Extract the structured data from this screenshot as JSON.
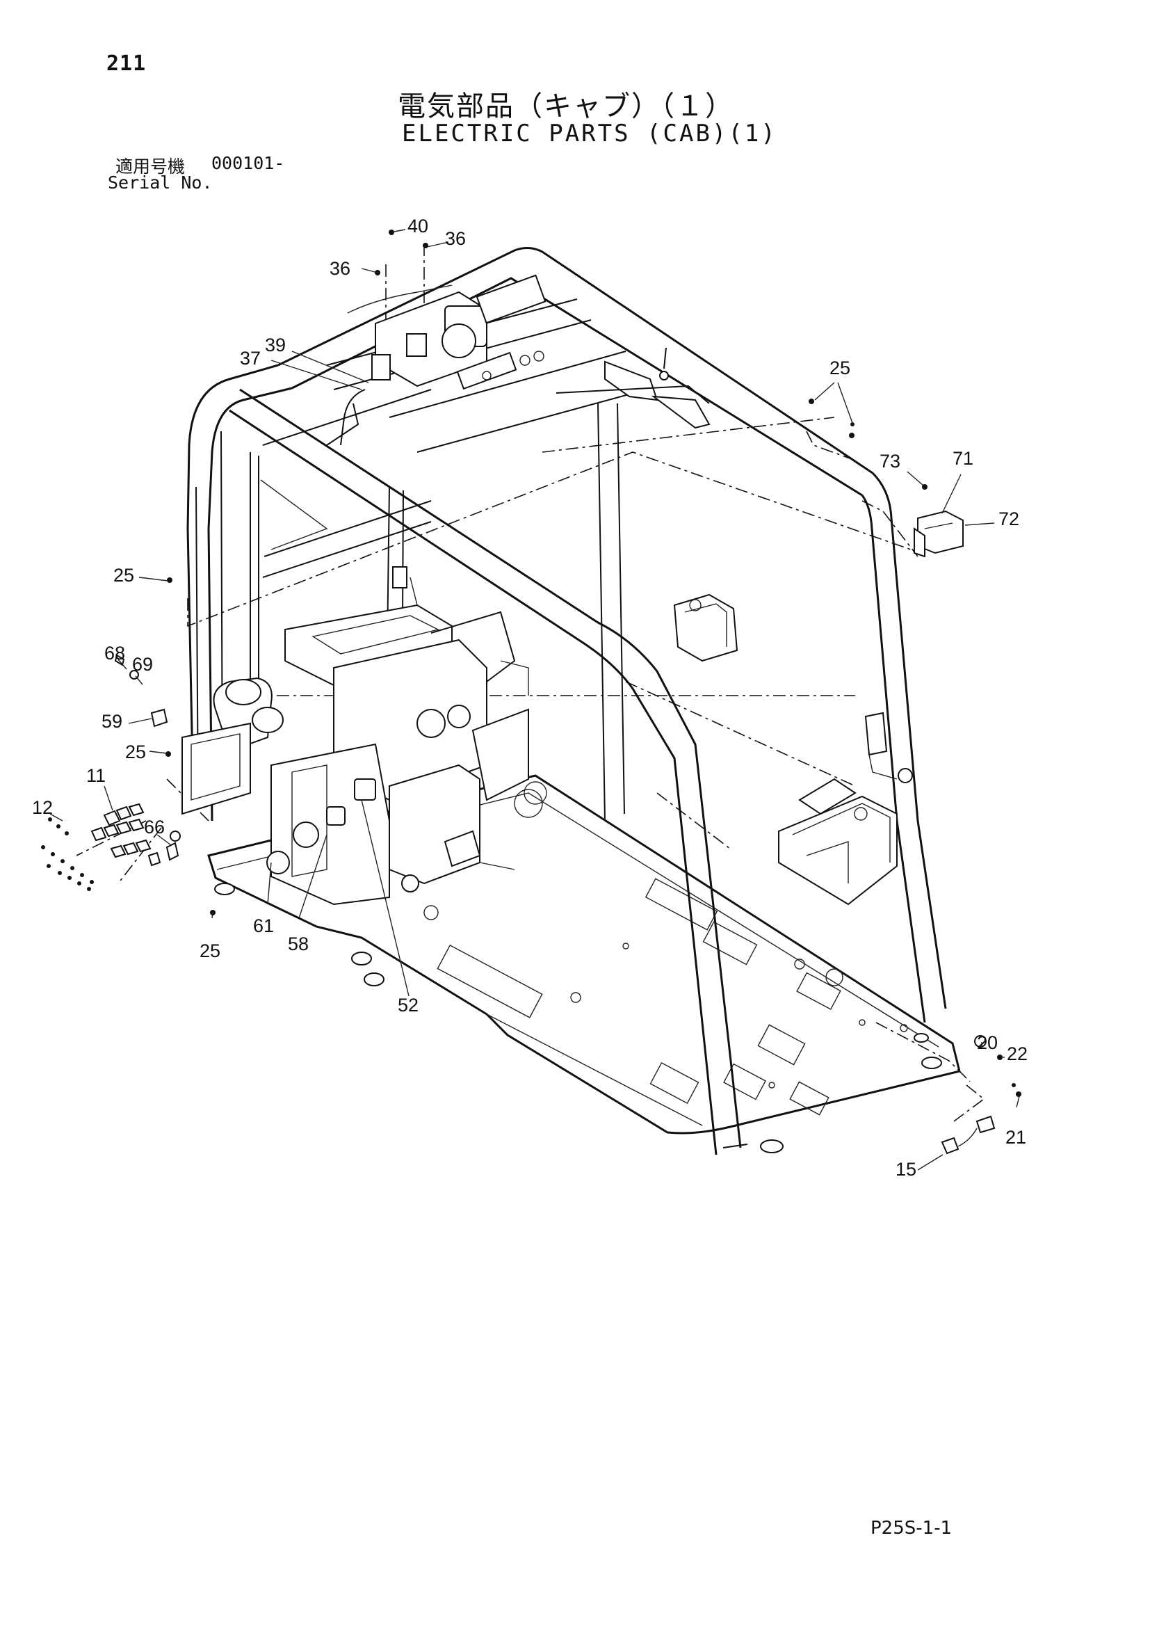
{
  "header": {
    "page_number": "211",
    "title_jp": "電気部品（キャブ）（１）",
    "title_en": "ELECTRIC PARTS (CAB)(1)",
    "serial_label_jp": "適用号機",
    "serial_value": "000101-",
    "serial_label_en": "Serial No."
  },
  "footer": {
    "page_code": "P25S-1-1"
  },
  "callouts": [
    {
      "id": "c40",
      "label": "40"
    },
    {
      "id": "c36a",
      "label": "36"
    },
    {
      "id": "c36b",
      "label": "36"
    },
    {
      "id": "c39",
      "label": "39"
    },
    {
      "id": "c37",
      "label": "37"
    },
    {
      "id": "c25a",
      "label": "25"
    },
    {
      "id": "c73",
      "label": "73"
    },
    {
      "id": "c71",
      "label": "71"
    },
    {
      "id": "c72",
      "label": "72"
    },
    {
      "id": "c25b",
      "label": "25"
    },
    {
      "id": "c68",
      "label": "68"
    },
    {
      "id": "c69",
      "label": "69"
    },
    {
      "id": "c59",
      "label": "59"
    },
    {
      "id": "c25c",
      "label": "25"
    },
    {
      "id": "c11",
      "label": "11"
    },
    {
      "id": "c12",
      "label": "12"
    },
    {
      "id": "c66",
      "label": "66"
    },
    {
      "id": "c61",
      "label": "61"
    },
    {
      "id": "c58",
      "label": "58"
    },
    {
      "id": "c25d",
      "label": "25"
    },
    {
      "id": "c52",
      "label": "52"
    },
    {
      "id": "c20",
      "label": "20"
    },
    {
      "id": "c22",
      "label": "22"
    },
    {
      "id": "c21",
      "label": "21"
    },
    {
      "id": "c15",
      "label": "15"
    }
  ]
}
